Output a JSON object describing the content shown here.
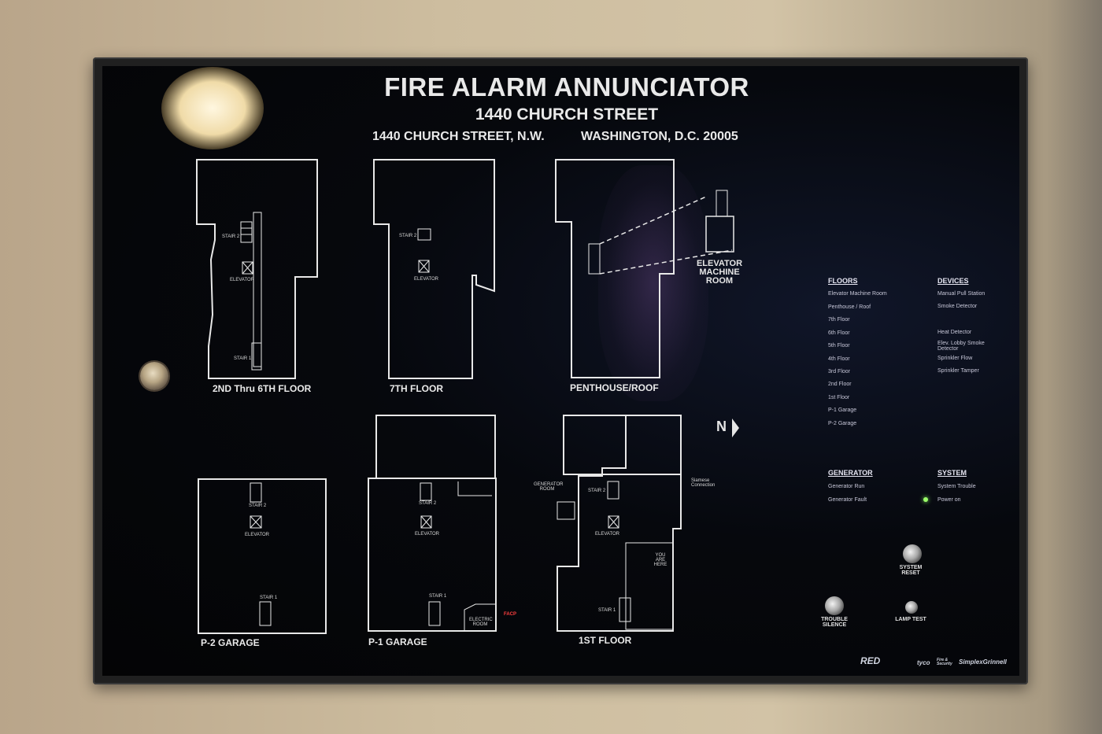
{
  "header": {
    "title": "FIRE ALARM ANNUNCIATOR",
    "subtitle": "1440 CHURCH STREET",
    "address_street": "1440 CHURCH STREET, N.W.",
    "address_city": "WASHINGTON, D.C. 20005"
  },
  "floor_labels": {
    "f2to6": "2ND Thru 6TH FLOOR",
    "f7": "7TH FLOOR",
    "penthouse": "PENTHOUSE/ROOF",
    "p2": "P-2 GARAGE",
    "p1": "P-1 GARAGE",
    "f1": "1ST FLOOR"
  },
  "plan_labels": {
    "stair2": "STAIR 2",
    "stair1": "STAIR 1",
    "elevator": "ELEVATOR",
    "elevator_machine_room_1": "ELEVATOR",
    "elevator_machine_room_2": "MACHINE",
    "elevator_machine_room_3": "ROOM",
    "generator_room": "GENERATOR ROOM",
    "electric_room": "ELECTRIC ROOM",
    "facp": "FACP",
    "you_are_here": "YOU ARE HERE",
    "siamese": "Siamese Connection",
    "north": "N"
  },
  "legend": {
    "floors_heading": "FLOORS",
    "floors": [
      "Elevator Machine Room",
      "Penthouse / Roof",
      "7th Floor",
      "6th Floor",
      "5th Floor",
      "4th Floor",
      "3rd Floor",
      "2nd Floor",
      "1st Floor",
      "P-1 Garage",
      "P-2 Garage"
    ],
    "devices_heading": "DEVICES",
    "devices": [
      "Manual Pull Station",
      "Smoke Detector",
      "Heat Detector",
      "Elev. Lobby Smoke Detector",
      "Sprinkler Flow",
      "Sprinkler Tamper"
    ],
    "generator_heading": "GENERATOR",
    "generator": [
      "Generator Run",
      "Generator Fault"
    ],
    "system_heading": "SYSTEM",
    "system": [
      "System Trouble",
      "Power on"
    ]
  },
  "controls": {
    "system_reset": "SYSTEM RESET",
    "trouble_silence": "TROUBLE SILENCE",
    "lamp_test": "LAMP TEST"
  },
  "brands": {
    "left": "RED",
    "tyco": "tyco",
    "tyco_sub": "Fire & Security",
    "simplex": "SimplexGrinnell"
  },
  "colors": {
    "panel": "#050507",
    "linework": "#e8e8e8",
    "led_power": "#9cff6a",
    "facp_red": "#ff3f3f"
  }
}
